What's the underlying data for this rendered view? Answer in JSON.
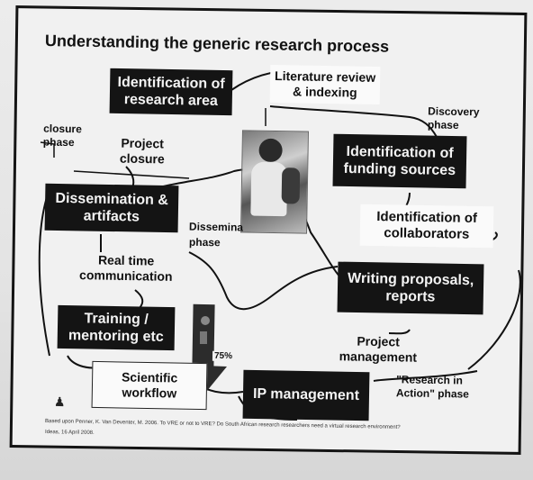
{
  "title": "Understanding the generic research process",
  "nodes": {
    "identification_research_area": "Identification of research area",
    "literature_review": "Literature review & indexing",
    "discovery_phase": "Discovery phase",
    "closure_phase": "closure phase",
    "project_closure": "Project closure",
    "identification_funding": "Identification of funding sources",
    "dissemination_artifacts": "Dissemination & artifacts",
    "dissemination_phase_a": "Dissemina",
    "dissemination_phase_b": "phase",
    "identification_collaborators": "Identification of collaborators",
    "real_time_communication": "Real time communication",
    "writing_proposals": "Writing proposals, reports",
    "training_mentoring": "Training / mentoring etc",
    "project_management": "Project management",
    "percent": "75%",
    "scientific_workflow": "Scientific workflow",
    "ip_management": "IP management",
    "research_in_action": "\"Research in Action\" phase"
  },
  "footnote": {
    "line1": "Based upon Penner, K. Van Deventer, M. 2006. To VRE or not to VRE? Do South African research researchers need a virtual research environment?",
    "line2": "Ideas, 16 April 2008."
  },
  "icons": {
    "person": "person-icon",
    "arrow": "down-arrow-icon"
  },
  "colors": {
    "dark_box": "#141414",
    "light_box": "#fafafa"
  }
}
